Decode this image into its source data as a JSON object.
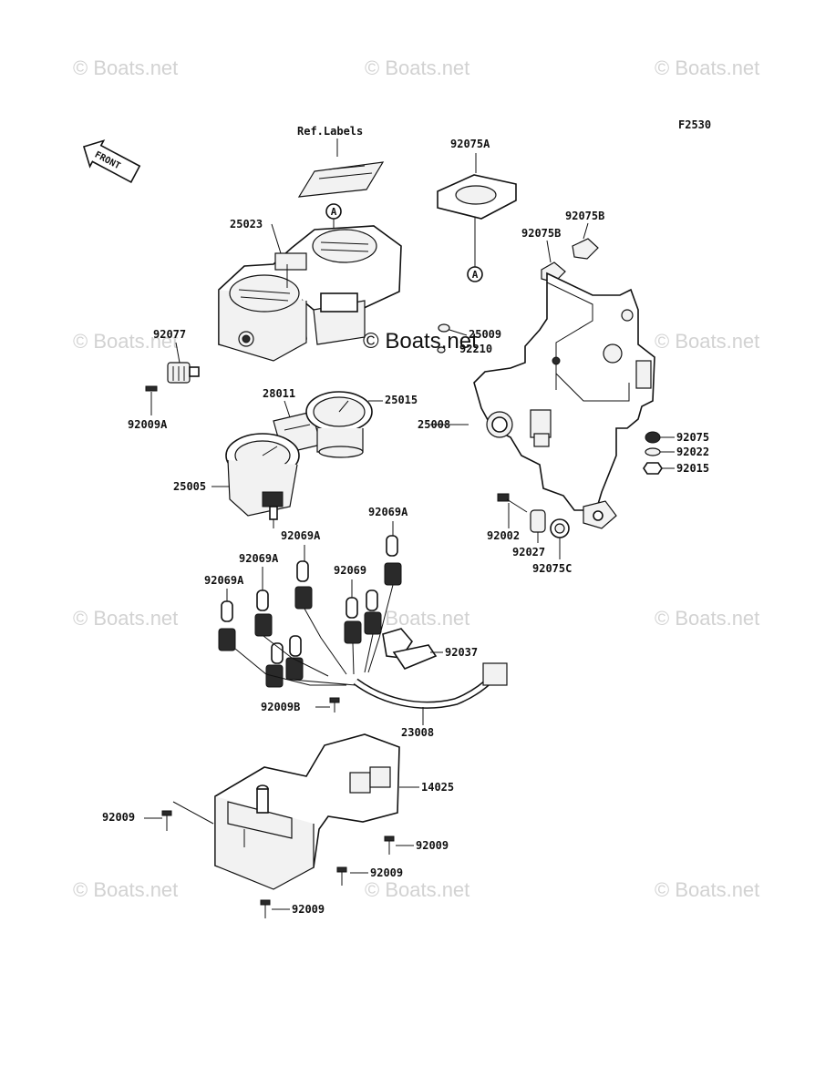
{
  "figure_code": "F2530",
  "front_label": "FRONT",
  "ref_labels": "Ref.Labels",
  "ref_marker": "A",
  "watermark": "© Boats.net",
  "center_watermark": "© Boats.net",
  "callouts": {
    "p25023": "25023",
    "p92075A": "92075A",
    "p92075B_1": "92075B",
    "p92075B_2": "92075B",
    "p25009": "25009",
    "p92210": "92210",
    "p92077": "92077",
    "p92009A": "92009A",
    "p28011": "28011",
    "p25015": "25015",
    "p25008": "25008",
    "p92075": "92075",
    "p92022": "92022",
    "p92015": "92015",
    "p25005": "25005",
    "p92002": "92002",
    "p92027": "92027",
    "p92075C": "92075C",
    "p92069A_1": "92069A",
    "p92069A_2": "92069A",
    "p92069A_3": "92069A",
    "p92069A_4": "92069A",
    "p92069": "92069",
    "p92037": "92037",
    "p92009B": "92009B",
    "p23008": "23008",
    "p14025": "14025",
    "p92009_1": "92009",
    "p92009_2": "92009",
    "p92009_3": "92009",
    "p92009_4": "92009"
  }
}
